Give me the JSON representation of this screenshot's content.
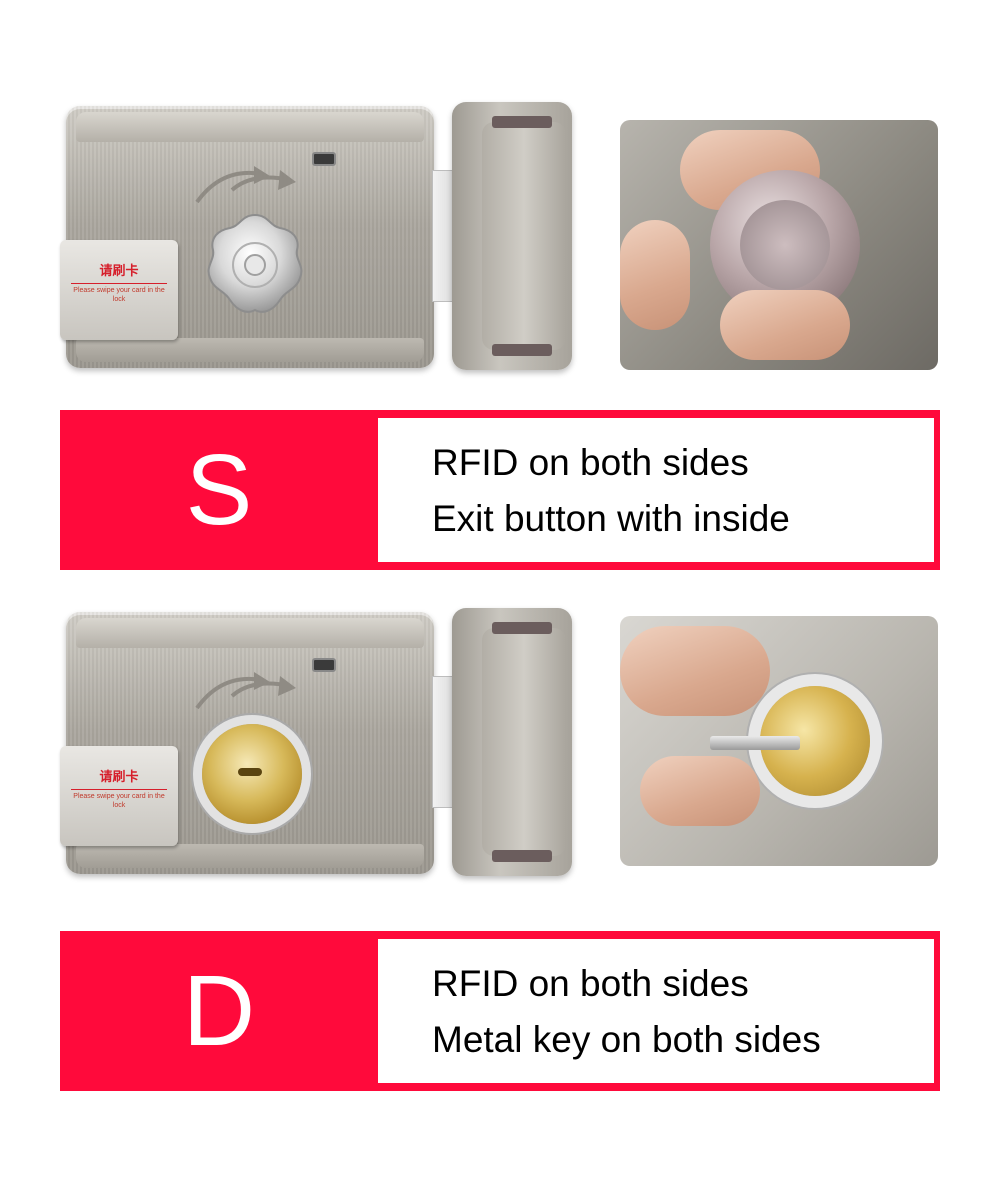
{
  "options": [
    {
      "code": "S",
      "features": [
        "RFID on both sides",
        "Exit button with inside"
      ],
      "lock_label": {
        "chinese": "请刷卡",
        "english": "Please swipe your card in the lock"
      },
      "inside_control": "knob-icon"
    },
    {
      "code": "D",
      "features": [
        "RFID on both sides",
        "Metal key on both sides"
      ],
      "lock_label": {
        "chinese": "请刷卡",
        "english": "Please swipe your card in the lock"
      },
      "inside_control": "key-cylinder-icon"
    }
  ],
  "colors": {
    "band": "#ff0a3b",
    "text": "#000000",
    "letter": "#ffffff"
  }
}
